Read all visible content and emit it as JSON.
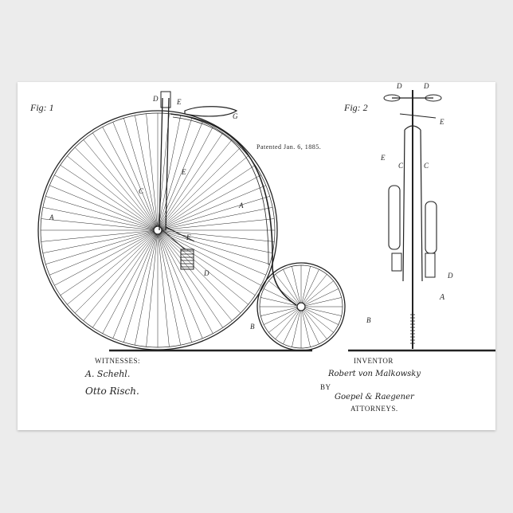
{
  "figures": {
    "fig1": "Fig: 1",
    "fig2": "Fig: 2"
  },
  "patent_date": "Patented Jan. 6, 1885.",
  "witnesses": {
    "heading": "WITNESSES:",
    "signatures": [
      "A. Schehl.",
      "Otto Risch."
    ]
  },
  "inventor": {
    "heading": "INVENTOR",
    "signature": "Robert von Malkowsky"
  },
  "by_label": "BY",
  "attorneys": {
    "signature": "Goepel & Raegener",
    "heading": "ATTORNEYS."
  },
  "labels": {
    "A": "A",
    "B": "B",
    "C": "C",
    "D": "D",
    "E": "E",
    "F": "F",
    "G": "G"
  },
  "colors": {
    "ink": "#222222",
    "paper": "#ffffff",
    "wall": "#ececec"
  }
}
